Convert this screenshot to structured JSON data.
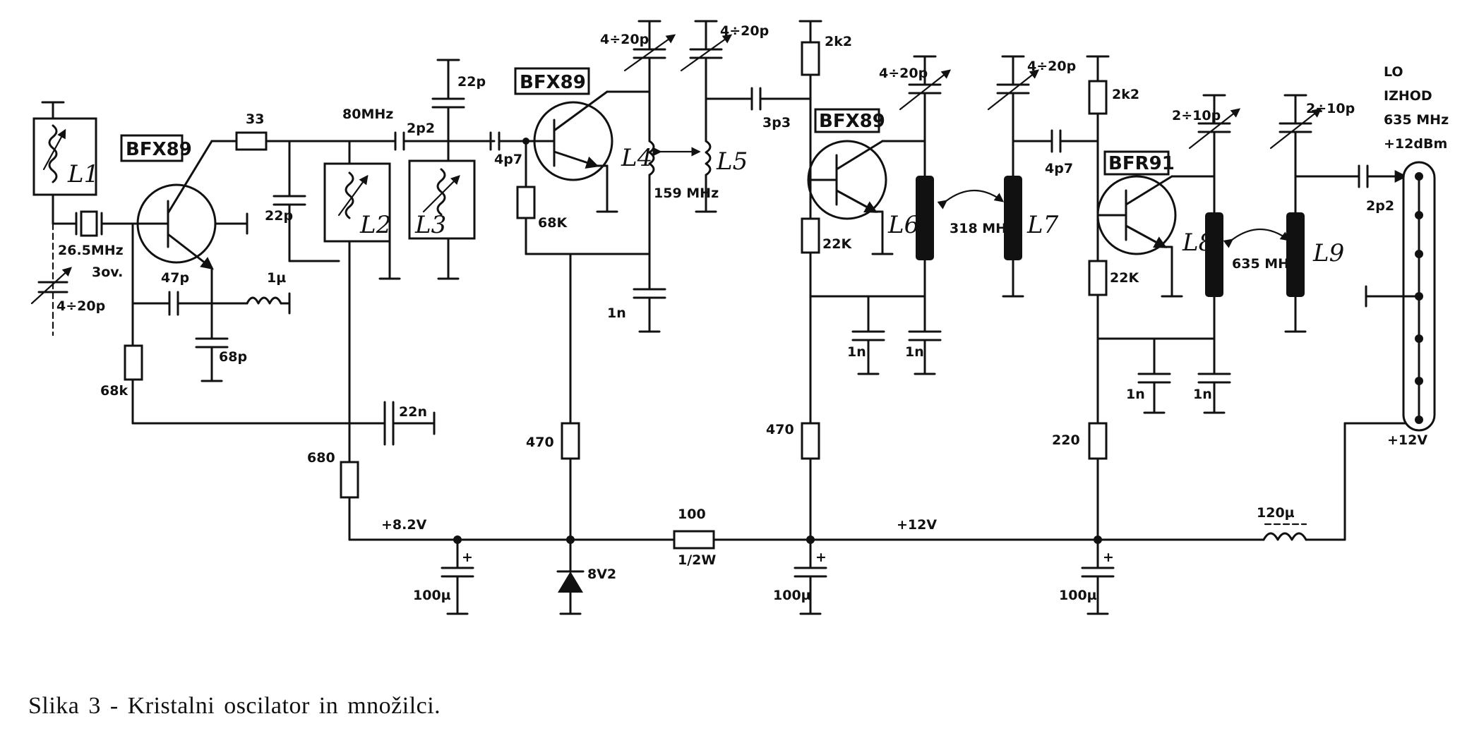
{
  "caption": "Slika 3 - Kristalni oscilator in množilci.",
  "transistors": {
    "q1": "BFX89",
    "q2": "BFX89",
    "q3": "BFX89",
    "q4": "BFR91"
  },
  "inductors": {
    "l1": "L1",
    "l2": "L2",
    "l3": "L3",
    "l4": "L4",
    "l5": "L5",
    "l6": "L6",
    "l7": "L7",
    "l8": "L8",
    "l9": "L9"
  },
  "labels": {
    "r33": "33",
    "f80": "80MHz",
    "c2p2a": "2p2",
    "c22pa": "22p",
    "c22pb": "22p",
    "xtal": "26.5MHz",
    "ov3": "3ov.",
    "trim1": "4÷20p",
    "c47p": "47p",
    "l1u": "1µ",
    "c68p": "68p",
    "r68k": "68k",
    "c22n": "22n",
    "r680": "680",
    "v82": "+8.2V",
    "c100a": "100µ",
    "c4p7a": "4p7",
    "r68K": "68K",
    "trim2": "4÷20p",
    "trim3": "4÷20p",
    "f159": "159 MHz",
    "c1na": "1n",
    "r470a": "470",
    "zener": "8V2",
    "r100": "100",
    "w12": "1/2W",
    "c3p3": "3p3",
    "r2k2a": "2k2",
    "trim4": "4÷20p",
    "trim5": "4÷20p",
    "r22ka": "22K",
    "f318": "318 MHz",
    "c1nb": "1n",
    "c1nc": "1n",
    "r470b": "470",
    "v12a": "+12V",
    "c100b": "100µ",
    "c4p7b": "4p7",
    "r2k2b": "2k2",
    "trim6": "2÷10p",
    "trim7": "2÷10p",
    "r22kb": "22K",
    "f635": "635 MHz",
    "c1nd": "1n",
    "c1ne": "1n",
    "r220": "220",
    "c100c": "100µ",
    "l120": "120µ",
    "lo1": "LO",
    "lo2": "IZHOD",
    "lo3": "635 MHz",
    "lo4": "+12dBm",
    "c2p2b": "2p2",
    "v12b": "+12V"
  }
}
